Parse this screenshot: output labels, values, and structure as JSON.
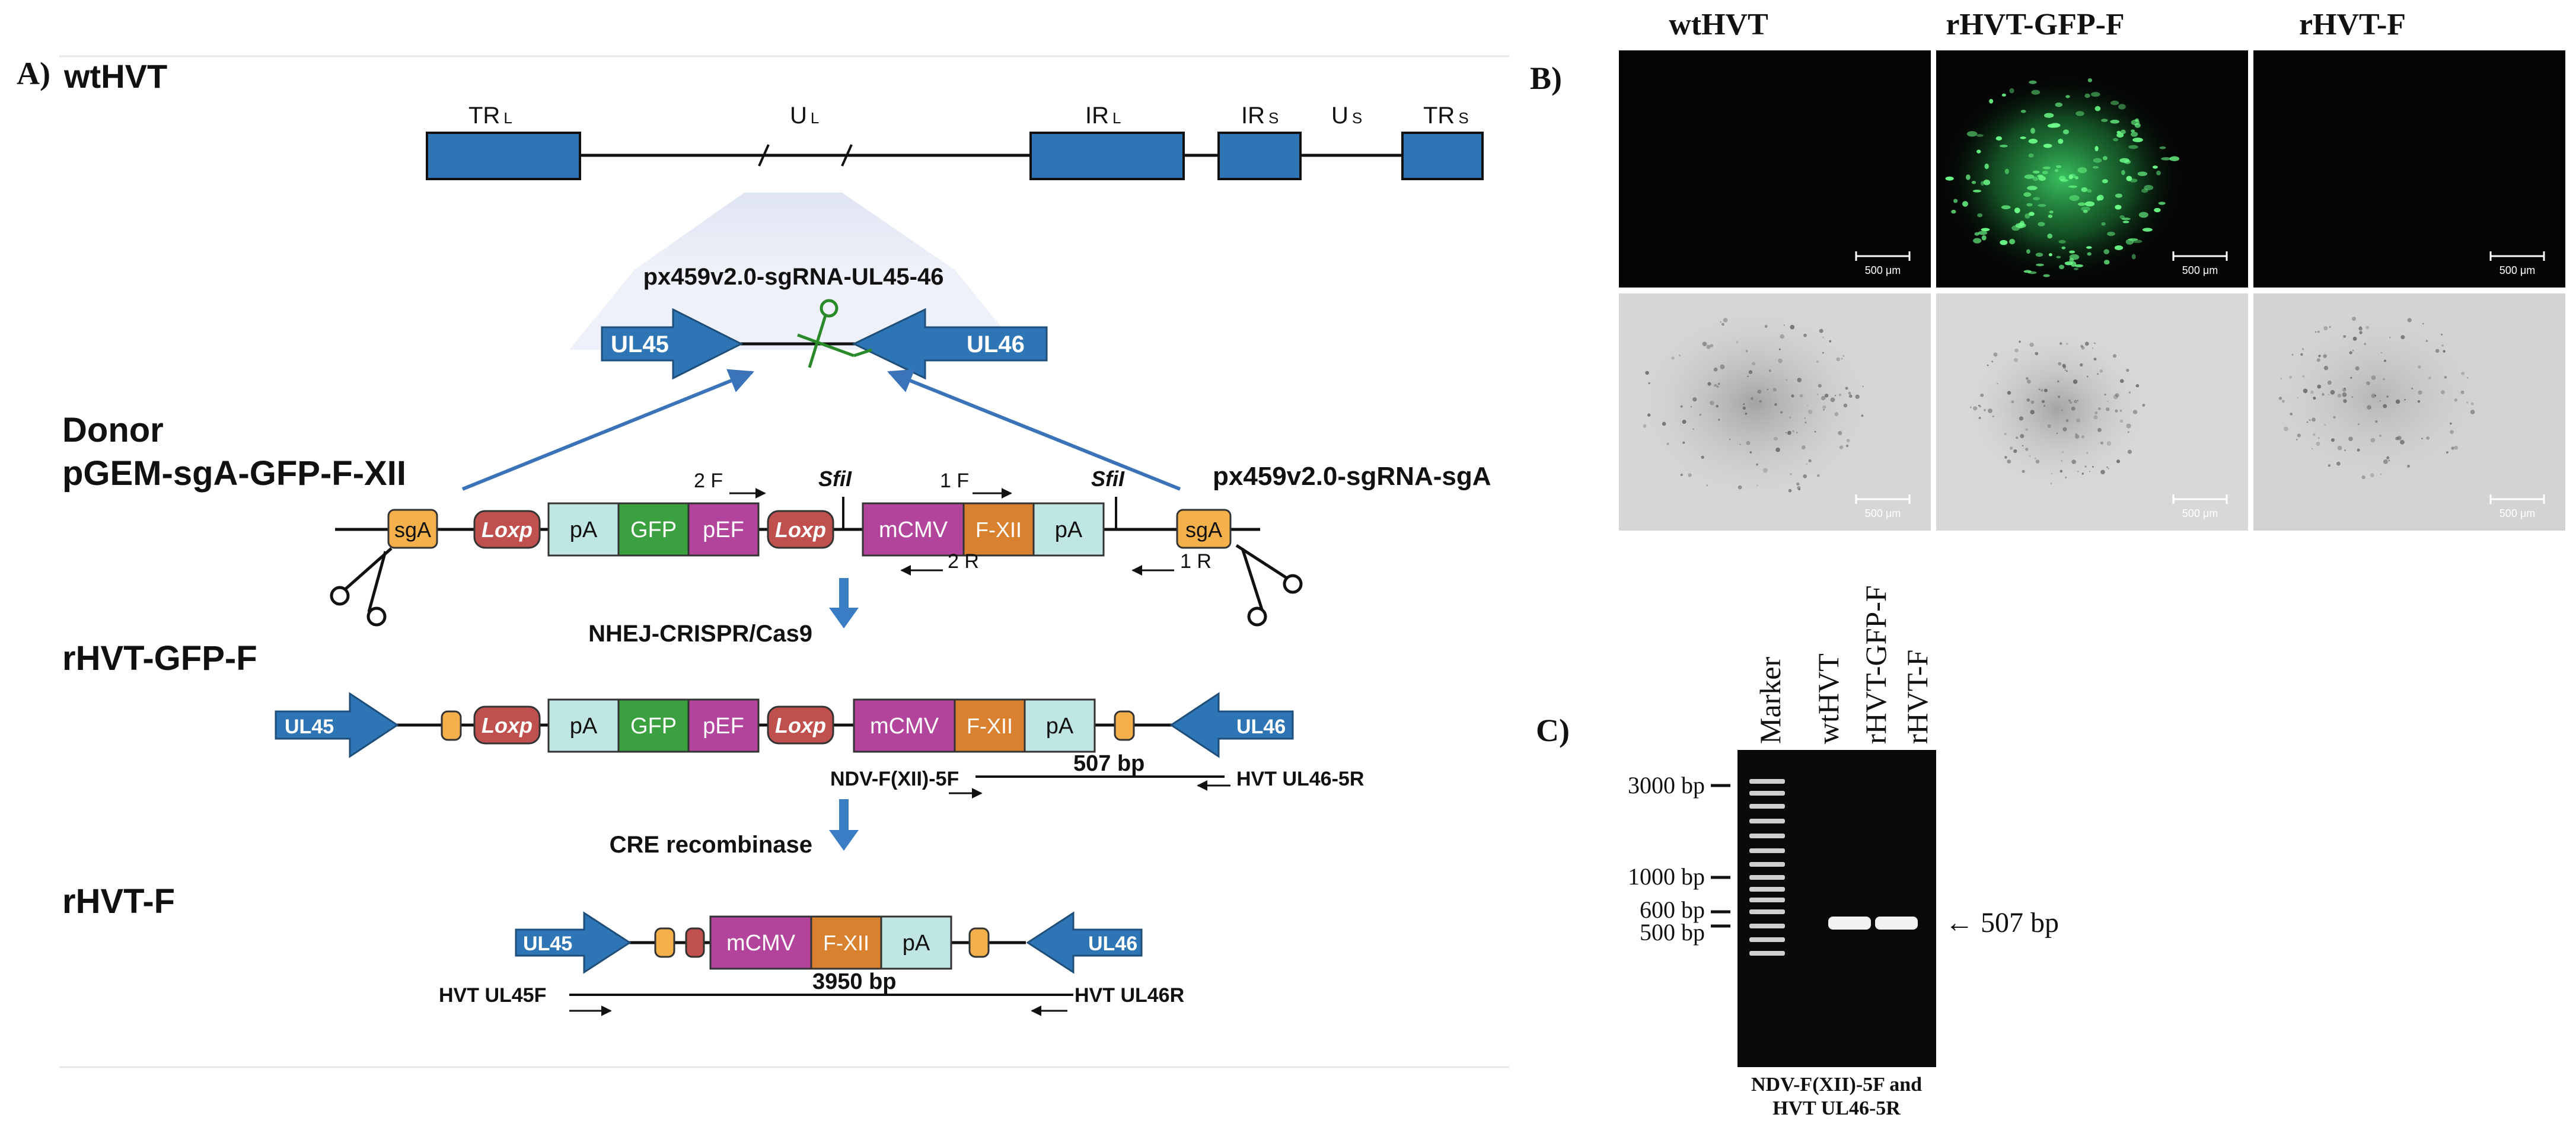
{
  "panel_a": {
    "letter": "A)",
    "wt_title": "wtHVT",
    "genome": {
      "regions": [
        {
          "main": "TR",
          "sub": "L"
        },
        {
          "main": "U",
          "sub": "L"
        },
        {
          "main": "IR",
          "sub": "L"
        },
        {
          "main": "IR",
          "sub": "S"
        },
        {
          "main": "U",
          "sub": "S"
        },
        {
          "main": "TR",
          "sub": "S"
        }
      ]
    },
    "sgrna_ul45_46": "px459v2.0-sgRNA-UL45-46",
    "ul45": "UL45",
    "ul46": "UL46",
    "donor_line1": "Donor",
    "donor_line2": "pGEM-sgA-GFP-F-XII",
    "sgrna_sga": "px459v2.0-sgRNA-sgA",
    "elements": {
      "sgA": "sgA",
      "loxp": "Loxp",
      "pA": "pA",
      "gfp": "GFP",
      "pef": "pEF",
      "mcmv": "mCMV",
      "fxii": "F-XII"
    },
    "donor_primers": {
      "p2f": "2 F",
      "p1f": "1 F",
      "p2r": "2 R",
      "p1r": "1 R"
    },
    "sfi1": "SfiI",
    "sfi2": "SfiI",
    "step1": "NHEJ-CRISPR/Cas9",
    "rhvt_gfp_title": "rHVT-GFP-F",
    "amp1_size": "507 bp",
    "amp1_fwd": "NDV-F(XII)-5F",
    "amp1_rev": "HVT UL46-5R",
    "step2": "CRE recombinase",
    "rhvt_f_title": "rHVT-F",
    "amp2_size": "3950  bp",
    "amp2_fwd": "HVT UL45F",
    "amp2_rev": "HVT UL46R"
  },
  "panel_b": {
    "letter": "B)",
    "columns": [
      "wtHVT",
      "rHVT-GFP-F",
      "rHVT-F"
    ],
    "scale_bar": "500 μm"
  },
  "panel_c": {
    "letter": "C)",
    "lanes": [
      "Marker",
      "wtHVT",
      "rHVT-GFP-F",
      "rHVT-F"
    ],
    "ladder_labels": [
      "3000 bp",
      "1000 bp",
      "600 bp",
      "500 bp"
    ],
    "band_label": "← 507 bp",
    "caption_line1": "NDV-F(XII)-5F and",
    "caption_line2": "HVT UL46-5R"
  },
  "colors": {
    "blue": "#2e75b6",
    "loxp_red": "#c0504d",
    "sga_orange": "#f4b04a",
    "light_teal": "#bfe6e2",
    "gfp_green": "#3aa040",
    "magenta": "#b2449b",
    "fxii_orange": "#d9812f",
    "arrow_blue": "#3b7dc4"
  }
}
